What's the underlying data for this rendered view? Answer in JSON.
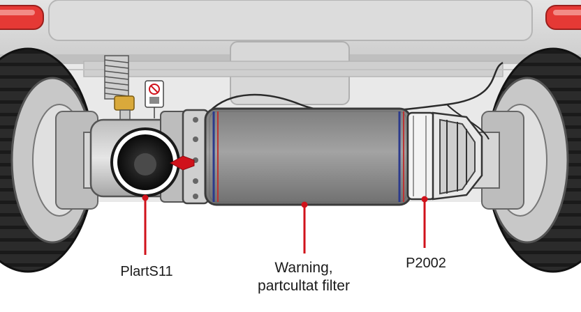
{
  "labels": {
    "left": "PlartS11",
    "center_line1": "Warning,",
    "center_line2": "partcultat filter",
    "right": "P2002"
  },
  "icons": {
    "warning_sign": "no-symbol-warning-icon",
    "arrow": "red-pointer-arrow-icon"
  },
  "colors": {
    "callout_line": "#d0121b",
    "tail_light": "#e53935",
    "filter_body": "#8a8a8a",
    "vehicle_body": "#d6d6d6",
    "tire": "#2a2a2a"
  }
}
